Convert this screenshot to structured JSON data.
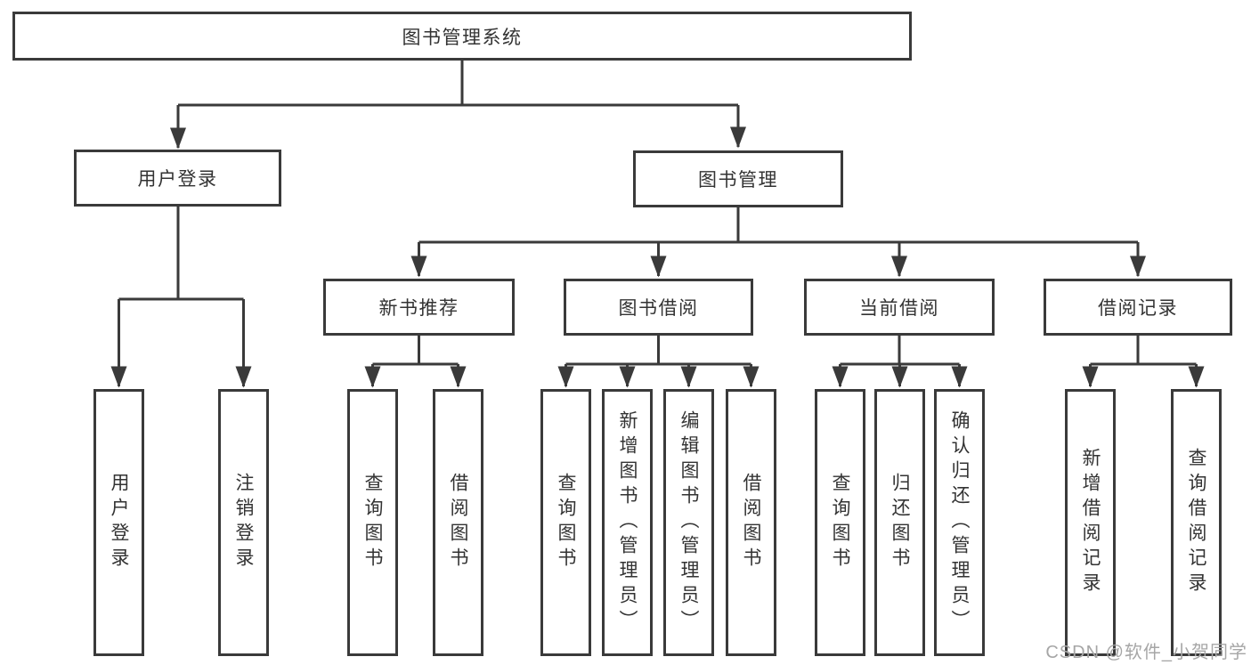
{
  "tree": {
    "root": {
      "label": "图书管理系统",
      "children": [
        {
          "label": "用户登录",
          "children": [
            {
              "label": "用户登录"
            },
            {
              "label": "注销登录"
            }
          ]
        },
        {
          "label": "图书管理",
          "children": [
            {
              "label": "新书推荐",
              "children": [
                {
                  "label": "查询图书"
                },
                {
                  "label": "借阅图书"
                }
              ]
            },
            {
              "label": "图书借阅",
              "children": [
                {
                  "label": "查询图书"
                },
                {
                  "label": "新增图书（管理员）"
                },
                {
                  "label": "编辑图书（管理员）"
                },
                {
                  "label": "借阅图书"
                }
              ]
            },
            {
              "label": "当前借阅",
              "children": [
                {
                  "label": "查询图书"
                },
                {
                  "label": "归还图书"
                },
                {
                  "label": "确认归还（管理员）"
                }
              ]
            },
            {
              "label": "借阅记录",
              "children": [
                {
                  "label": "新增借阅记录"
                },
                {
                  "label": "查询借阅记录"
                }
              ]
            }
          ]
        }
      ]
    }
  },
  "watermark": {
    "text": "CSDN @软件_小贺同学"
  },
  "colors": {
    "line": "#3a3a3a",
    "text": "#333333",
    "watermark": "#a6a6a6",
    "background": "#ffffff"
  }
}
